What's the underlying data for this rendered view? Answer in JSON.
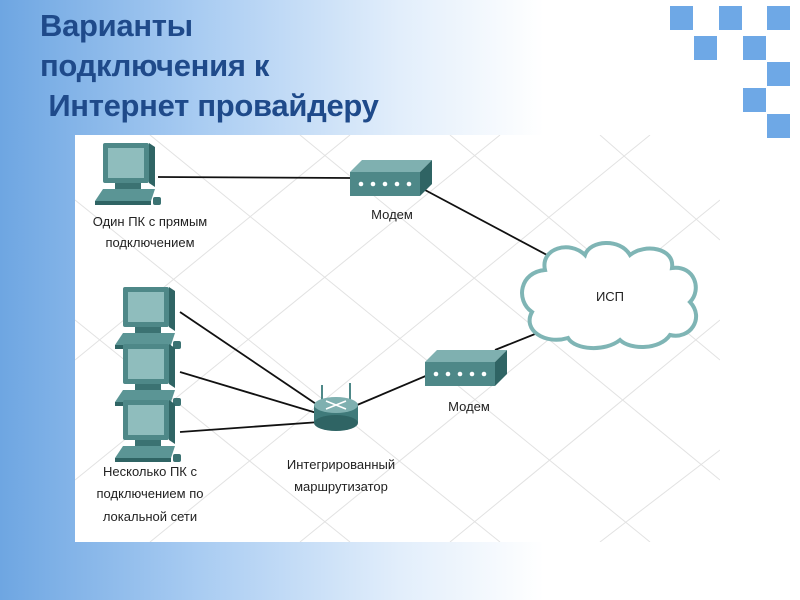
{
  "slide": {
    "title_lines": [
      "Варианты",
      "подключения к",
      " Интернет провайдеру"
    ]
  },
  "diagram": {
    "single_pc_label": [
      "Один ПК с прямым",
      "подключением"
    ],
    "modem_top_label": "Модем",
    "modem_bottom_label": "Модем",
    "isp_label": "ИСП",
    "router_label": [
      "Интегрированный",
      "маршрутизатор"
    ],
    "lan_pcs_label": [
      "Несколько ПК с",
      "подключением по",
      "локальной сети"
    ]
  },
  "colors": {
    "title": "#1f4a8a",
    "device": "#4f8a8a",
    "accent_squares": "#6ea8e6"
  }
}
